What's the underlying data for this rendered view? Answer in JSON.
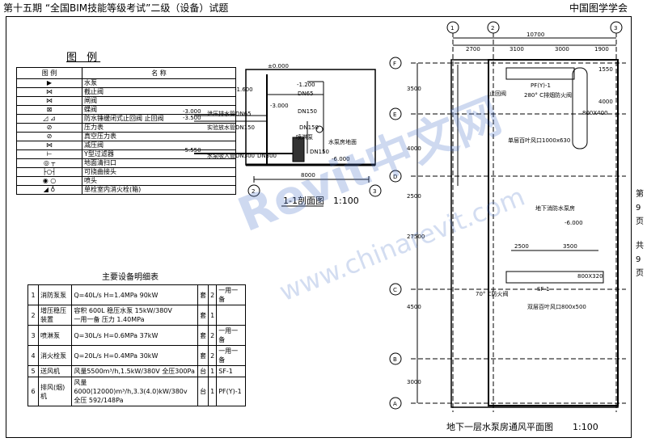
{
  "header": {
    "left": "第十五期 “全国BIM技能等级考试”二级（设备）试题",
    "right": "中国图学学会"
  },
  "side": {
    "page_cur_a": "第",
    "page_cur_b": "9",
    "page_cur_c": "页",
    "page_tot_a": "共",
    "page_tot_b": "9",
    "page_tot_c": "页"
  },
  "legend": {
    "title": "图 例",
    "col_icon": "图 例",
    "col_name": "名 称",
    "rows": [
      "水泵",
      "截止阀",
      "闸阀",
      "蝶阀",
      "防水锤缓闭式止回阀 止回阀",
      "压力表",
      "真空压力表",
      "减压阀",
      "Y型过滤器",
      "地面清扫口",
      "可挠曲接头",
      "喷头",
      "单栓室内消火栓(箱)"
    ]
  },
  "equipment": {
    "title": "主要设备明细表",
    "rows": [
      [
        "1",
        "消防泵泵",
        "Q=40L/s H=1.4MPa 90kW",
        "套",
        "2",
        "一用一备"
      ],
      [
        "2",
        "增压稳压装置",
        "容积 600L 稳压水泵 15kW/380V\n一用一备 压力 1.40MPa",
        "套",
        "1",
        ""
      ],
      [
        "3",
        "喷淋泵",
        "Q=30L/s H=0.6MPa 37kW",
        "套",
        "2",
        "一用一备"
      ],
      [
        "4",
        "消火栓泵",
        "Q=20L/s H=0.4MPa 30kW",
        "套",
        "2",
        "一用一备"
      ],
      [
        "5",
        "送风机",
        "风量5500m³/h,1.5kW/380V 全压300Pa",
        "台",
        "1",
        "SF-1"
      ],
      [
        "6",
        "排风(烟)机",
        "风量6000(12000)m³/h,3.3(4.0)kW/380v\n全压 592/148Pa",
        "台",
        "1",
        "PF(Y)-1"
      ]
    ]
  },
  "section": {
    "title": "1-1剖面图",
    "scale": "1:100",
    "labels": {
      "elev0": "±0.000",
      "e1600": "-1.600",
      "e1200": "-1.200",
      "e3000a": "-3.000",
      "e3500": "-3.500",
      "e3000b": "-3.000",
      "e5550": "-5.550",
      "e6000": "-6.000",
      "pipe1": "泄压排水管DN65",
      "pipe2": "实验放水管DN150",
      "pipe3": "水泵吸入管DN300",
      "dn65": "DN65",
      "dn150a": "DN150",
      "dn150b": "DN150",
      "dn300": "DN300",
      "dn150c": "DN150",
      "spray": "喷淋泵",
      "floor": "水泵房地面",
      "width": "8000",
      "axis2": "2",
      "axis3": "3"
    }
  },
  "plan": {
    "title": "地下一层水泵房通风平面图",
    "scale": "1:100",
    "axes_top": [
      "1",
      "2",
      "3"
    ],
    "axes_left": [
      "F",
      "E",
      "D",
      "C",
      "B",
      "A"
    ],
    "dims_top_total": "10700",
    "dims_top": [
      "2700",
      "3100",
      "3000",
      "1900"
    ],
    "dims_left": [
      "3500",
      "4000",
      "2500",
      "27500",
      "4500",
      "3000"
    ],
    "dims_mid": [
      "2500",
      "3500"
    ],
    "labels": {
      "pf": "PF(Y)-1",
      "damper280": "280° C排烟防火阀",
      "check": "止回阀",
      "d800": "800X400",
      "d4000": "4000",
      "d1550": "1550",
      "louver1": "单层百叶风口1000x630",
      "room": "地下消防水泵房",
      "elev": "-6.000",
      "sf": "SF-1",
      "damper70": "70° C防火阀",
      "d800b": "800X320",
      "louver2": "双层百叶风口800x500"
    }
  },
  "watermark": {
    "brand": "Revit中文网",
    "url": "www.chinarevit.com"
  }
}
